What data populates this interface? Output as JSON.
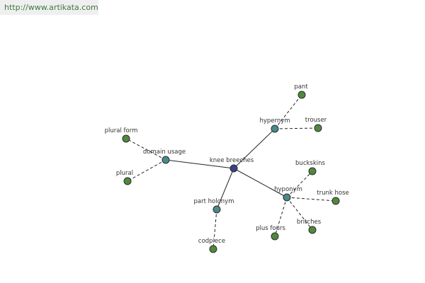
{
  "header": {
    "url_text": "http://www.artikata.com"
  },
  "colors": {
    "center": "#3a3f8a",
    "relation": "#4a8a8a",
    "leaf": "#4f8a3c"
  },
  "nodes": [
    {
      "id": "center",
      "label": "knee breeches",
      "type": "center"
    },
    {
      "id": "hypernym",
      "label": "hypernym",
      "type": "relation"
    },
    {
      "id": "hyponym",
      "label": "hyponym",
      "type": "relation"
    },
    {
      "id": "domain",
      "label": "domain usage",
      "type": "relation"
    },
    {
      "id": "partholo",
      "label": "part holonym",
      "type": "relation"
    },
    {
      "id": "pant",
      "label": "pant",
      "type": "leaf"
    },
    {
      "id": "trouser",
      "label": "trouser",
      "type": "leaf"
    },
    {
      "id": "buckskins",
      "label": "buckskins",
      "type": "leaf"
    },
    {
      "id": "trunkhose",
      "label": "trunk hose",
      "type": "leaf"
    },
    {
      "id": "britches",
      "label": "britches",
      "type": "leaf"
    },
    {
      "id": "plusfours",
      "label": "plus fours",
      "type": "leaf"
    },
    {
      "id": "pluralform",
      "label": "plural form",
      "type": "leaf"
    },
    {
      "id": "plural",
      "label": "plural",
      "type": "leaf"
    },
    {
      "id": "codpiece",
      "label": "codpiece",
      "type": "leaf"
    }
  ],
  "edges": [
    {
      "from": "center",
      "to": "hypernym",
      "style": "solid"
    },
    {
      "from": "center",
      "to": "hyponym",
      "style": "solid"
    },
    {
      "from": "center",
      "to": "domain",
      "style": "solid"
    },
    {
      "from": "center",
      "to": "partholo",
      "style": "solid"
    },
    {
      "from": "hypernym",
      "to": "pant",
      "style": "dashed"
    },
    {
      "from": "hypernym",
      "to": "trouser",
      "style": "dashed"
    },
    {
      "from": "hyponym",
      "to": "buckskins",
      "style": "dashed"
    },
    {
      "from": "hyponym",
      "to": "trunkhose",
      "style": "dashed"
    },
    {
      "from": "hyponym",
      "to": "britches",
      "style": "dashed"
    },
    {
      "from": "hyponym",
      "to": "plusfours",
      "style": "dashed"
    },
    {
      "from": "domain",
      "to": "pluralform",
      "style": "dashed"
    },
    {
      "from": "domain",
      "to": "plural",
      "style": "dashed"
    },
    {
      "from": "partholo",
      "to": "codpiece",
      "style": "dashed"
    }
  ]
}
